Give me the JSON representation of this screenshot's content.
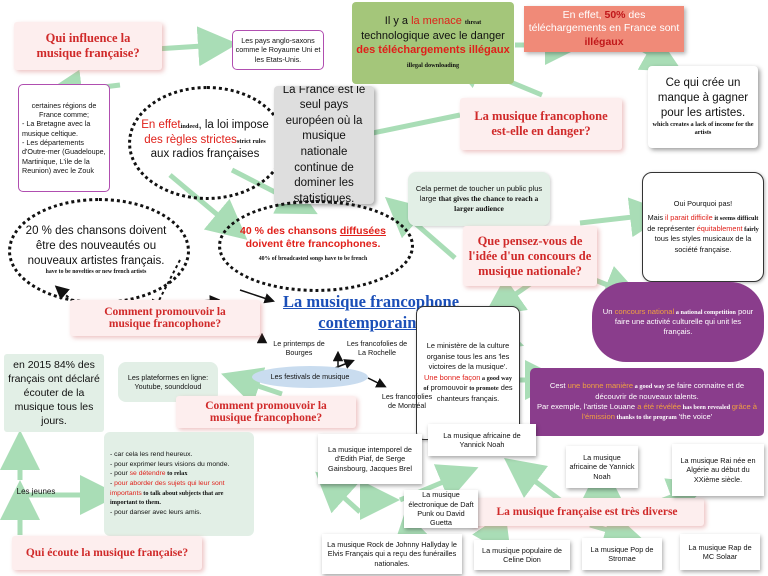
{
  "central_title": {
    "line1": "La musique francophone",
    "line2": "contemporaine"
  },
  "q_influence": "Qui influence la musique française?",
  "anglo": "Les pays anglo-saxons comme le Royaume Uni et les Etats-Unis.",
  "regions": {
    "intro": "certaines régions de France comme;",
    "item1": "La Bretagne avec la musique celtique.",
    "item2": "Les départements d'Outre-mer (Guadeloupe, Martinique, L'ile de la Reunion) avec le Zouk"
  },
  "cloud_effet": {
    "a": "En effet",
    "b": "indeed",
    "c": ", la loi impose ",
    "d": "des règles strictes",
    "e": "strict rules",
    "f": " aux radios françaises"
  },
  "france_seul": "La France est le seul pays européen où la musique nationale continue de dominer les statistiques.",
  "menace": {
    "a": "Il y a ",
    "b": "la menace",
    "c": "threat",
    "d": " technologique  avec le danger ",
    "e": "des téléchargements illégaux",
    "f": "illegal downloading"
  },
  "effet50": {
    "a": "En effet, ",
    "b": "50%",
    "c": " des téléchargements en France sont ",
    "d": "illégaux"
  },
  "manque": {
    "a": "Ce qui crée un manque à gagner pour les artistes.",
    "b": "which creates a lack of income for the artists"
  },
  "q_danger": "La musique francophone est-elle en danger?",
  "public_large": {
    "a": "Cela permet de toucher un public plus large ",
    "b": "that gives the chance to reach a larger audience"
  },
  "oui_pourquoi": {
    "a": "Oui Pourquoi pas!",
    "b": "Mais ",
    "c": "il parait difficile",
    "d": " it seems difficult",
    "e": " de représenter ",
    "f": "équitablement",
    "g": " fairly",
    "h": " tous les styles musicaux de la société française."
  },
  "q_concours": "Que pensez-vous de l'idée d'un concours de musique nationale?",
  "chansons20": {
    "a": "20 % des chansons doivent être des nouveautés ou nouveaux artistes français.",
    "b": "have to be novelties or new french artists"
  },
  "chansons40": {
    "a": "40 % des chansons ",
    "b": "diffusées",
    "c": " doivent être francophones.",
    "d": "40% of broadcasted songs have to be french"
  },
  "q_promouvoir1": "Comment promouvoir la musique  francophone?",
  "q_promouvoir2": "Comment promouvoir la musique francophone?",
  "concours_national": {
    "a": "Un ",
    "b": "concours national",
    "c": " a national competition",
    "d": " pour faire une activité culturelle qui unit les français."
  },
  "ministere": {
    "a": "Le ministère de la culture organise tous les ans 'les victoires de la musique'. ",
    "b": "Une bonne façon",
    "c": " a good way of",
    "d": " promouvoir",
    "e": " to promote",
    "f": " des chanteurs français."
  },
  "bonne_maniere": {
    "a": "Cest ",
    "b": "une bonne manière",
    "c": " a good way",
    "d": " se faire connaitre et de découvrir de nouveaux talents.",
    "e": "Par exemple, l'artiste Louane ",
    "f": "a été révélée",
    "g": " has been revealed ",
    "h": "grâce à l'émission",
    "i": " thanks to the program",
    "j": " 'the voice'"
  },
  "stat84": "en 2015 84% des français ont déclaré écouter de la musique tous les jours.",
  "plateformes": "Les plateformes en ligne: Youtube, soundcloud",
  "festivals": {
    "center": "Les festivals de musique",
    "bourges": "Le printemps de Bourges",
    "rochelle": "Les francofolies de La Rochelle",
    "montreal": "Les francofolies de Montréal"
  },
  "jeunes": "Les jeunes",
  "raisons": {
    "r1": "car cela les rend heureux.",
    "r2": "pour exprimer leurs visions du monde.",
    "r3a": "pour ",
    "r3b": "se détendre",
    "r3c": " to relax",
    "r4a": "pour aborder des sujets qui leur sont importants",
    "r4b": " to talk about subjects that are important to them.",
    "r5": "pour danser avec leurs amis."
  },
  "q_ecoute": "Qui écoute la musique française?",
  "q_diverse": "La musique française est très diverse",
  "genres": {
    "piaf": "La musique intemporel de d'Edith Piaf, de Serge Gainsbourg, Jacques Brel",
    "africaine1": "La musique africaine de Yannick Noah",
    "africaine2": "La musique africaine de Yannick Noah",
    "rai": "La musique Rai née en Algérie au début du XXième siècle.",
    "electro": "La musique électronique de Daft Punk ou David Guetta",
    "rock": "La musique Rock de Johnny Hallyday le Elvis Français qui a reçu des funérailles nationales.",
    "populaire": "La musique populaire de Celine Dion",
    "pop": "La musique Pop de Stromae",
    "rap": "La musique Rap de MC Solaar"
  },
  "colors": {
    "pink_question": "#d02a2a",
    "green_box": "#a4c67a",
    "salmon": "#f08a78",
    "teal": "#e2efe6",
    "purple": "#8a3d8c",
    "arrow": "#a9ddb6",
    "grey": "#dedede"
  }
}
